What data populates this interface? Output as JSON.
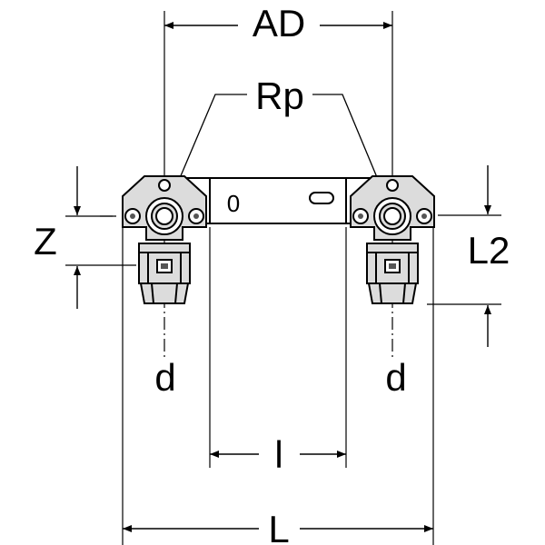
{
  "colors": {
    "line": "#000000",
    "fitting_fill": "#dcdcdc",
    "dark_part": "#555555",
    "background": "#ffffff"
  },
  "labels": {
    "ad": "AD",
    "rp": "Rp",
    "z": "Z",
    "l2": "L2",
    "d_left": "d",
    "d_right": "d",
    "l_small": "l",
    "l_total": "L",
    "plate_mark": "0"
  }
}
